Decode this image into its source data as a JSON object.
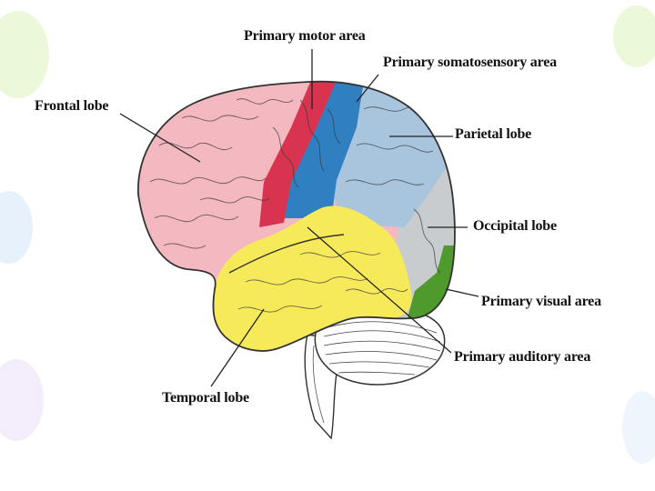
{
  "diagram": {
    "labels": {
      "primary_motor_area": "Primary motor area",
      "primary_somatosensory_area": "Primary somatosensory area",
      "frontal_lobe": "Frontal lobe",
      "parietal_lobe": "Parietal lobe",
      "occipital_lobe": "Occipital lobe",
      "primary_visual_area": "Primary visual area",
      "primary_auditory_area": "Primary auditory area",
      "temporal_lobe": "Temporal lobe"
    },
    "region_colors": {
      "frontal_lobe": "#f4b8c0",
      "primary_motor_area": "#d9344f",
      "primary_somatosensory_area": "#2f7fc1",
      "parietal_lobe": "#a9c4dd",
      "occipital_lobe": "#c9ccce",
      "primary_visual_area": "#4f9a2c",
      "temporal_lobe": "#f6ea5a",
      "cerebellum": "#ffffff"
    }
  }
}
